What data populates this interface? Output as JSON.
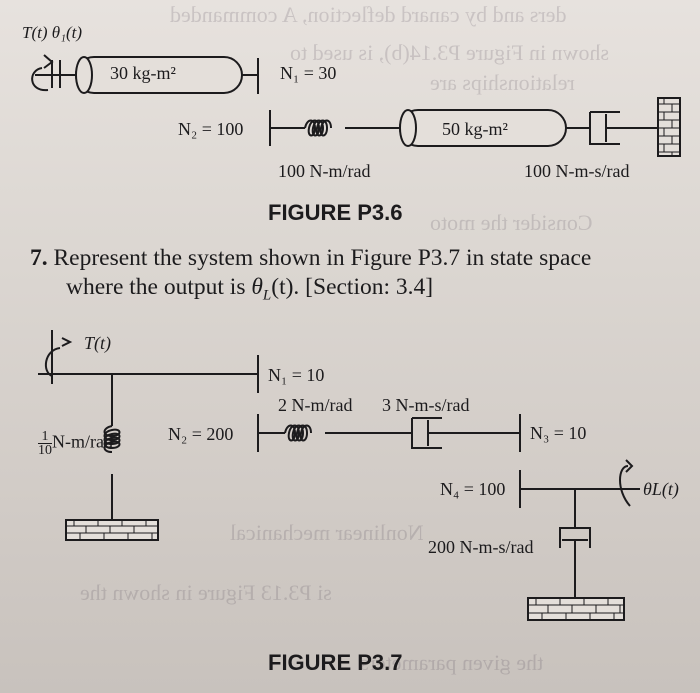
{
  "fig36": {
    "torque_label": "T(t) θ₁(t)",
    "inertia1": "30 kg-m²",
    "n1": "N₁ = 30",
    "n2": "N₂ = 100",
    "inertia2": "50 kg-m²",
    "spring": "100 N-m/rad",
    "damper": "100 N-m-s/rad",
    "caption": "FIGURE P3.6"
  },
  "problem": {
    "number": "7.",
    "line1": "Represent the system shown in Figure P3.7 in state space",
    "line2_pre": "where the output is ",
    "line2_var": "θ",
    "line2_sub": "L",
    "line2_post": "(t). [Section: 3.4]"
  },
  "fig37": {
    "torque_label": "T(t)",
    "n1": "N₁ = 10",
    "spring2": "2 N-m/rad",
    "damper3": "3 N-m-s/rad",
    "spring_left_num": "1",
    "spring_left_den": "10",
    "spring_left_unit": "N-m/rad",
    "n2": "N₂ = 200",
    "n3": "N₃ = 10",
    "n4": "N₄ = 100",
    "output": "θL(t)",
    "damper200": "200 N-m-s/rad",
    "caption": "FIGURE P3.7"
  },
  "colors": {
    "ink": "#1c1b1d",
    "paper": "#e2ddd8"
  }
}
